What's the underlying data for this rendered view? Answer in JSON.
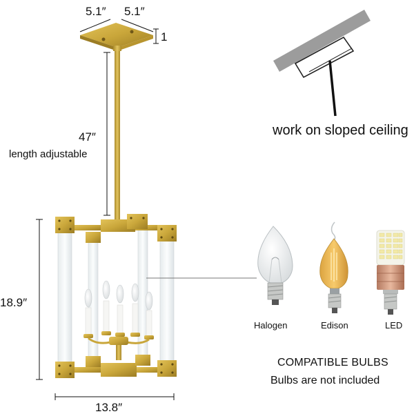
{
  "dimensions": {
    "canopy_width": "5.1″",
    "canopy_depth": "5.1″",
    "canopy_height": "1",
    "rod_length": "47″",
    "rod_note": "length adjustable",
    "fixture_height": "18.9″",
    "fixture_width": "13.8″"
  },
  "sloped_ceiling": {
    "caption": "work on sloped ceiling"
  },
  "bulbs": [
    {
      "label": "Halogen",
      "icon": "halogen-bulb-icon"
    },
    {
      "label": "Edison",
      "icon": "edison-bulb-icon"
    },
    {
      "label": "LED",
      "icon": "led-bulb-icon"
    }
  ],
  "compatible": {
    "title": "COMPATIBLE BULBS",
    "note": "Bulbs are not included"
  },
  "colors": {
    "gold": "#c9a63a",
    "gold_dark": "#8f7220",
    "acrylic": "#eef2f3",
    "ceiling_gray": "#9c9c9c"
  }
}
